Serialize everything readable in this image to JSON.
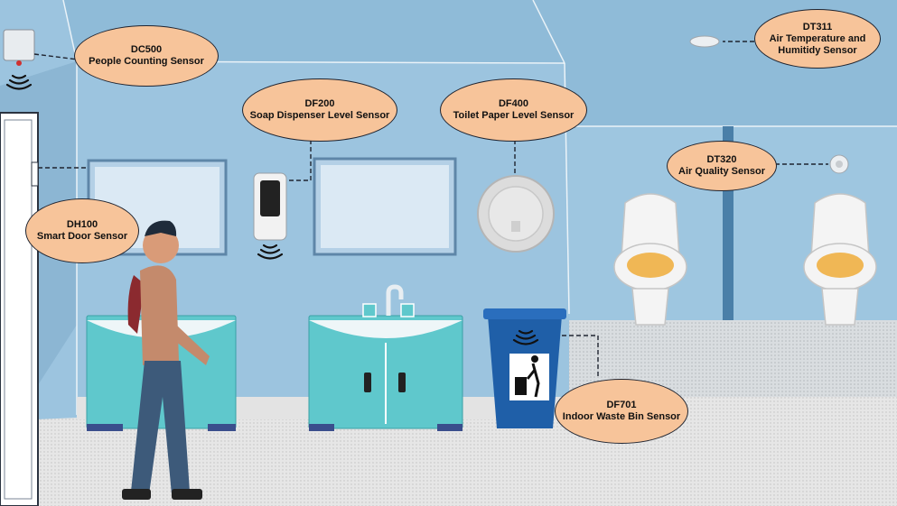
{
  "sensors": {
    "dc500": {
      "model": "DC500",
      "name": "People Counting Sensor"
    },
    "df200": {
      "model": "DF200",
      "name": "Soap Dispenser Level Sensor"
    },
    "df400": {
      "model": "DF400",
      "name": "Toilet Paper Level Sensor"
    },
    "dt311": {
      "model": "DT311",
      "name_line1": "Air Temperature and",
      "name_line2": "Humitidy Sensor"
    },
    "dt320": {
      "model": "DT320",
      "name": "Air Quality Sensor"
    },
    "dh100": {
      "model": "DH100",
      "name": "Smart Door Sensor"
    },
    "df701": {
      "model": "DF701",
      "name": "Indoor Waste Bin Sensor"
    }
  },
  "colors": {
    "wall": "#9cc4df",
    "callout_fill": "#f7c49a",
    "callout_border": "#1f2430",
    "cabinet": "#5fc8cc",
    "waste_bin": "#1f5fa8"
  },
  "icons": [
    "wifi-signal-icon",
    "litter-bin-icon"
  ]
}
